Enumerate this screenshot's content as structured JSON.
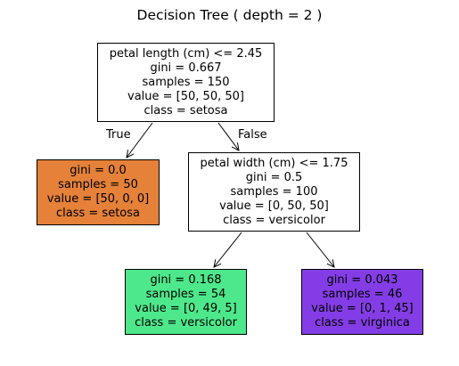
{
  "title": "Decision Tree ( depth = 2 )",
  "colors": {
    "setosa": "#e58139",
    "root": "#ffffff",
    "split": "#ffffff",
    "versicolor": "#4ee88c",
    "virginica": "#843de6"
  },
  "tree": {
    "nodes": [
      {
        "lines": [
          "petal length (cm) <= 2.45",
          "gini = 0.667",
          "samples = 150",
          "value = [50, 50, 50]",
          "class = setosa"
        ],
        "color": "root"
      },
      {
        "lines": [
          "gini = 0.0",
          "samples = 50",
          "value = [50, 0, 0]",
          "class = setosa"
        ],
        "color": "setosa"
      },
      {
        "lines": [
          "petal width (cm) <= 1.75",
          "gini = 0.5",
          "samples = 100",
          "value = [0, 50, 50]",
          "class = versicolor"
        ],
        "color": "split"
      },
      {
        "lines": [
          "gini = 0.168",
          "samples = 54",
          "value = [0, 49, 5]",
          "class = versicolor"
        ],
        "color": "versicolor"
      },
      {
        "lines": [
          "gini = 0.043",
          "samples = 46",
          "value = [0, 1, 45]",
          "class = virginica"
        ],
        "color": "virginica"
      }
    ],
    "edges": [
      {
        "from": 0,
        "to": 1
      },
      {
        "from": 0,
        "to": 2
      },
      {
        "from": 2,
        "to": 3
      },
      {
        "from": 2,
        "to": 4
      }
    ],
    "edge_labels": {
      "true": "True",
      "false": "False"
    }
  }
}
